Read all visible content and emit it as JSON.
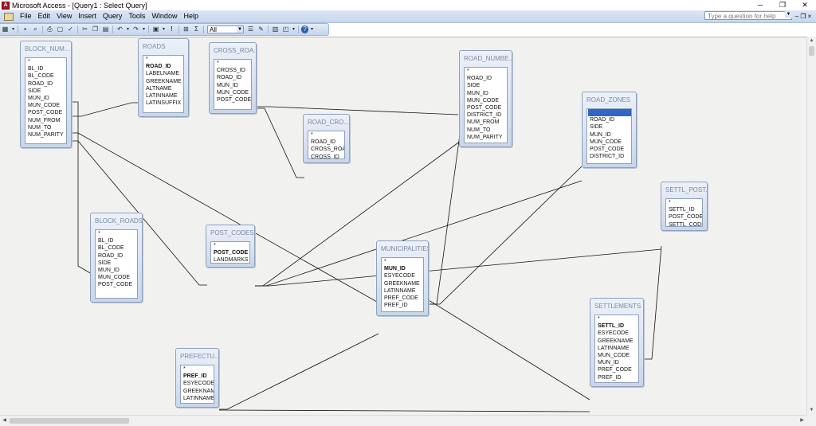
{
  "window": {
    "title": "Microsoft Access - [Query1 : Select Query]",
    "controls": [
      "─",
      "❐",
      "✕"
    ],
    "doc_controls": [
      "–",
      "❐",
      "×"
    ]
  },
  "menu": {
    "items": [
      "File",
      "Edit",
      "View",
      "Insert",
      "Query",
      "Tools",
      "Window",
      "Help"
    ]
  },
  "help": {
    "placeholder": "Type a question for help"
  },
  "toolbar": {
    "top_values": "All"
  },
  "tables": {
    "block_numbers": {
      "title": "BLOCK_NUM...",
      "fields": [
        "*",
        "BL_ID",
        "BL_CODE",
        "ROAD_ID",
        "SIDE",
        "MUN_ID",
        "MUN_CODE",
        "POST_CODE",
        "NUM_FROM",
        "NUM_TO",
        "NUM_PARITY"
      ]
    },
    "roads": {
      "title": "ROADS",
      "fields": [
        "*",
        "ROAD_ID",
        "LABELNAME",
        "GREEKNAME",
        "ALTNAME",
        "LATINNAME",
        "LATINSUFFIX"
      ]
    },
    "cross_roads": {
      "title": "CROSS_ROA...",
      "fields": [
        "*",
        "CROSS_ID",
        "ROAD_ID",
        "MUN_ID",
        "MUN_CODE",
        "POST_CODE"
      ]
    },
    "road_cross": {
      "title": "ROAD_CRO...",
      "fields": [
        "*",
        "ROAD_ID",
        "CROSS_ROAD_",
        "CROSS_ID"
      ]
    },
    "road_numbers": {
      "title": "ROAD_NUMBE...",
      "fields": [
        "*",
        "ROAD_ID",
        "SIDE",
        "MUN_ID",
        "MUN_CODE",
        "POST_CODE",
        "DISTRICT_ID",
        "NUM_FROM",
        "NUM_TO",
        "NUM_PARITY"
      ]
    },
    "road_zones": {
      "title": "ROAD_ZONES",
      "fields": [
        "*",
        "ROAD_ID",
        "SIDE",
        "MUN_ID",
        "MUN_CODE",
        "POST_CODE",
        "DISTRICT_ID"
      ]
    },
    "settl_post": {
      "title": "SETTL_POST...",
      "fields": [
        "*",
        "SETTL_ID",
        "POST_CODE",
        "SETTL_CODE"
      ]
    },
    "block_roads": {
      "title": "BLOCK_ROADS",
      "fields": [
        "*",
        "BL_ID",
        "BL_CODE",
        "ROAD_ID",
        "SIDE",
        "MUN_ID",
        "MUN_CODE",
        "POST_CODE"
      ]
    },
    "post_codes": {
      "title": "POST_CODES",
      "fields": [
        "*",
        "POST_CODE",
        "LANDMARKS"
      ]
    },
    "municipalities": {
      "title": "MUNICIPALITIES",
      "fields": [
        "*",
        "MUN_ID",
        "ESYECODE",
        "GREEKNAME",
        "LATINNAME",
        "PREF_CODE",
        "PREF_ID"
      ]
    },
    "settlements": {
      "title": "SETTLEMENTS",
      "fields": [
        "*",
        "SETTL_ID",
        "ESYECODE",
        "GREEKNAME",
        "LATINNAME",
        "MUN_CODE",
        "MUN_ID",
        "PREF_CODE",
        "PREF_ID"
      ]
    },
    "prefectures": {
      "title": "PREFECTU...",
      "fields": [
        "*",
        "PREF_ID",
        "ESYECODE",
        "GREEKNAME",
        "LATINNAME"
      ]
    }
  }
}
